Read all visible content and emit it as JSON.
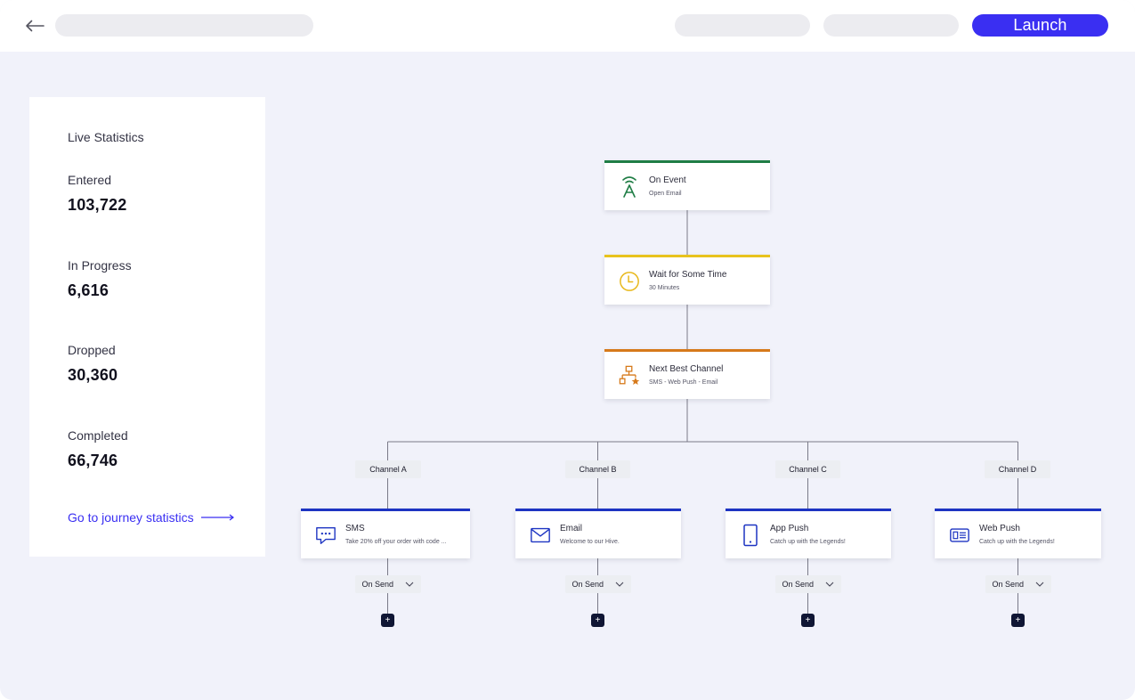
{
  "header": {
    "launch_label": "Launch"
  },
  "stats": {
    "title": "Live Statistics",
    "items": [
      {
        "label": "Entered",
        "value": "103,722"
      },
      {
        "label": "In Progress",
        "value": "6,616"
      },
      {
        "label": "Dropped",
        "value": "30,360"
      },
      {
        "label": "Completed",
        "value": "66,746"
      }
    ],
    "link_label": "Go to journey statistics"
  },
  "flow": {
    "trigger": {
      "title": "On Event",
      "subtitle": "Open Email",
      "icon": "broadcast-tower-icon",
      "color": "#1f7d45"
    },
    "wait": {
      "title": "Wait for Some Time",
      "subtitle": "30 Minutes",
      "icon": "clock-icon",
      "color": "#e8c31d"
    },
    "nbc": {
      "title": "Next Best Channel",
      "subtitle": "SMS - Web Push - Email",
      "icon": "channel-tree-icon",
      "color": "#d6791a"
    },
    "channels": [
      {
        "tag": "Channel A",
        "title": "SMS",
        "subtitle": "Take 20% off your order with code ...",
        "icon": "sms-bubble-icon",
        "action": "On Send"
      },
      {
        "tag": "Channel B",
        "title": "Email",
        "subtitle": "Welcome to our Hive.",
        "icon": "envelope-icon",
        "action": "On Send"
      },
      {
        "tag": "Channel C",
        "title": "App Push",
        "subtitle": "Catch up with the Legends!",
        "icon": "mobile-phone-icon",
        "action": "On Send"
      },
      {
        "tag": "Channel D",
        "title": "Web Push",
        "subtitle": "Catch up with the Legends!",
        "icon": "browser-card-icon",
        "action": "On Send"
      }
    ],
    "channel_color": "#1d34c2",
    "add_label": "+"
  },
  "colors": {
    "accent": "#3a2ff2",
    "background": "#f1f2fa",
    "connector": "#7a7a88"
  }
}
